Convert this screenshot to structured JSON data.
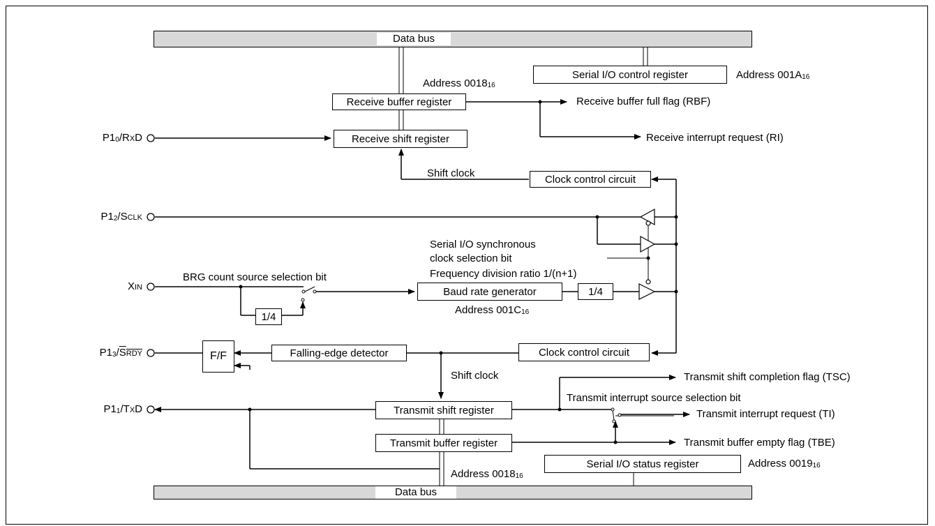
{
  "bus": {
    "top_label": "Data bus",
    "bottom_label": "Data bus"
  },
  "pins": {
    "p10_main": "P1",
    "p10_sub": "0",
    "p10_fn": "/R",
    "p10_fn_small": "X",
    "p10_fn_end": "D",
    "p12_main": "P1",
    "p12_sub": "2",
    "p12_fn": "/S",
    "p12_fn_small": "CLK",
    "xin_main": "X",
    "xin_small": "IN",
    "p13_main": "P1",
    "p13_sub": "3",
    "p13_fn": "/S",
    "p13_fn_small": "RDY",
    "p11_main": "P1",
    "p11_sub": "1",
    "p11_fn": "/T",
    "p11_fn_small": "X",
    "p11_fn_end": "D"
  },
  "blocks": {
    "serial_io_control_register": "Serial I/O control register",
    "receive_buffer_register": "Receive buffer register",
    "receive_shift_register": "Receive shift register",
    "clock_control_circuit_top": "Clock control circuit",
    "baud_rate_generator": "Baud rate generator",
    "divider_right": "1/4",
    "divider_left": "1/4",
    "ff": "F/F",
    "falling_edge_detector": "Falling-edge detector",
    "clock_control_circuit_bottom": "Clock control circuit",
    "transmit_shift_register": "Transmit shift register",
    "transmit_buffer_register": "Transmit buffer register",
    "serial_io_status_register": "Serial I/O status register"
  },
  "labels": {
    "address_001a_main": "Address 001A",
    "address_001a_sub": "16",
    "address_0018_top_main": "Address 0018",
    "address_0018_top_sub": "16",
    "rbf": "Receive buffer full flag (RBF)",
    "ri": "Receive interrupt request (RI)",
    "shift_clock_top": "Shift clock",
    "sync_clock_line1": "Serial I/O synchronous",
    "sync_clock_line2": "clock selection bit",
    "freq_div": "Frequency division ratio 1/(n+1)",
    "brg_select": "BRG count source selection bit",
    "address_001c_main": "Address 001C",
    "address_001c_sub": "16",
    "shift_clock_bottom": "Shift clock",
    "tsc": "Transmit shift completion flag (TSC)",
    "ti_select": "Transmit interrupt source selection bit",
    "ti": "Transmit interrupt request (TI)",
    "tbe": "Transmit buffer empty flag (TBE)",
    "address_0018_bottom_main": "Address 0018",
    "address_0018_bottom_sub": "16",
    "address_0019_main": "Address 0019",
    "address_0019_sub": "16"
  }
}
